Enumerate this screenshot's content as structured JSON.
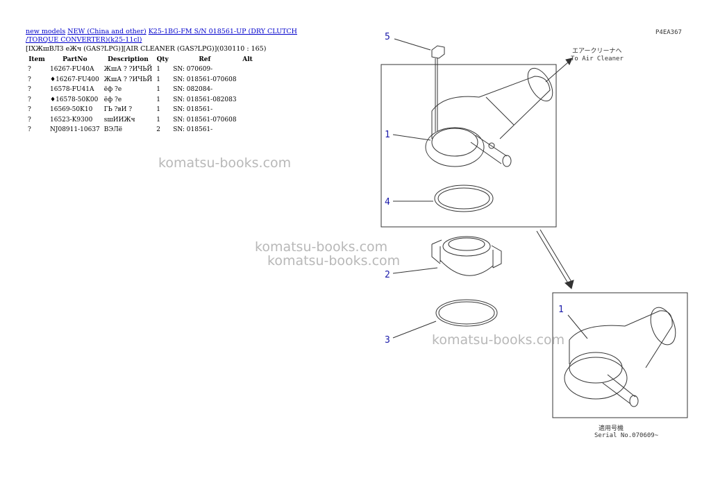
{
  "breadcrumb": {
    "link1": "new models",
    "link2": "NEW (China and other)",
    "link3": "K25-1BG-FM S/N 018561-UP (DRY CLUTCH /TORQUE CONVERTER)(k25-11cl)"
  },
  "subtitle": "[IXЖшВЛЗ eЖч (GAS?LPG)][AIR CLEANER (GAS?LPG)](030110 : 165)",
  "table": {
    "headers": [
      "Item",
      "PartNo",
      "Description",
      "Qty",
      "Ref",
      "Alt"
    ],
    "rows": [
      {
        "item": "?",
        "part": "16267-FU40A",
        "desc": "ЖшА ? ?ИЧЬЙ",
        "qty": "1",
        "ref": "SN: 070609-",
        "alt": ""
      },
      {
        "item": "?",
        "part": "♦16267-FU400",
        "desc": "ЖшА ? ?ИЧЬЙ",
        "qty": "1",
        "ref": "SN: 018561-070608",
        "alt": ""
      },
      {
        "item": "?",
        "part": "16578-FU41A",
        "desc": "ёф ?е",
        "qty": "1",
        "ref": "SN: 082084-",
        "alt": ""
      },
      {
        "item": "?",
        "part": "♦16578-50K00",
        "desc": "ёф ?е",
        "qty": "1",
        "ref": "SN: 018561-082083",
        "alt": ""
      },
      {
        "item": "?",
        "part": "16569-50K10",
        "desc": "ГЬ ?вИ ?",
        "qty": "1",
        "ref": "SN: 018561-",
        "alt": ""
      },
      {
        "item": "?",
        "part": "16523-K9300",
        "desc": "sшИИЖч",
        "qty": "1",
        "ref": "SN: 018561-070608",
        "alt": ""
      },
      {
        "item": "?",
        "part": "NJ08911-10637",
        "desc": "ВЭЛё",
        "qty": "2",
        "ref": "SN: 018561-",
        "alt": ""
      }
    ]
  },
  "watermark": "komatsu-books.com",
  "diagram": {
    "code": "P4EA367",
    "callouts": [
      "5",
      "1",
      "4",
      "2",
      "3",
      "1"
    ],
    "arrow_jp": "エアークリーナヘ",
    "arrow_en": "To Air Cleaner",
    "serial_jp": "適用号機",
    "serial_en": "Serial No.070609~"
  }
}
